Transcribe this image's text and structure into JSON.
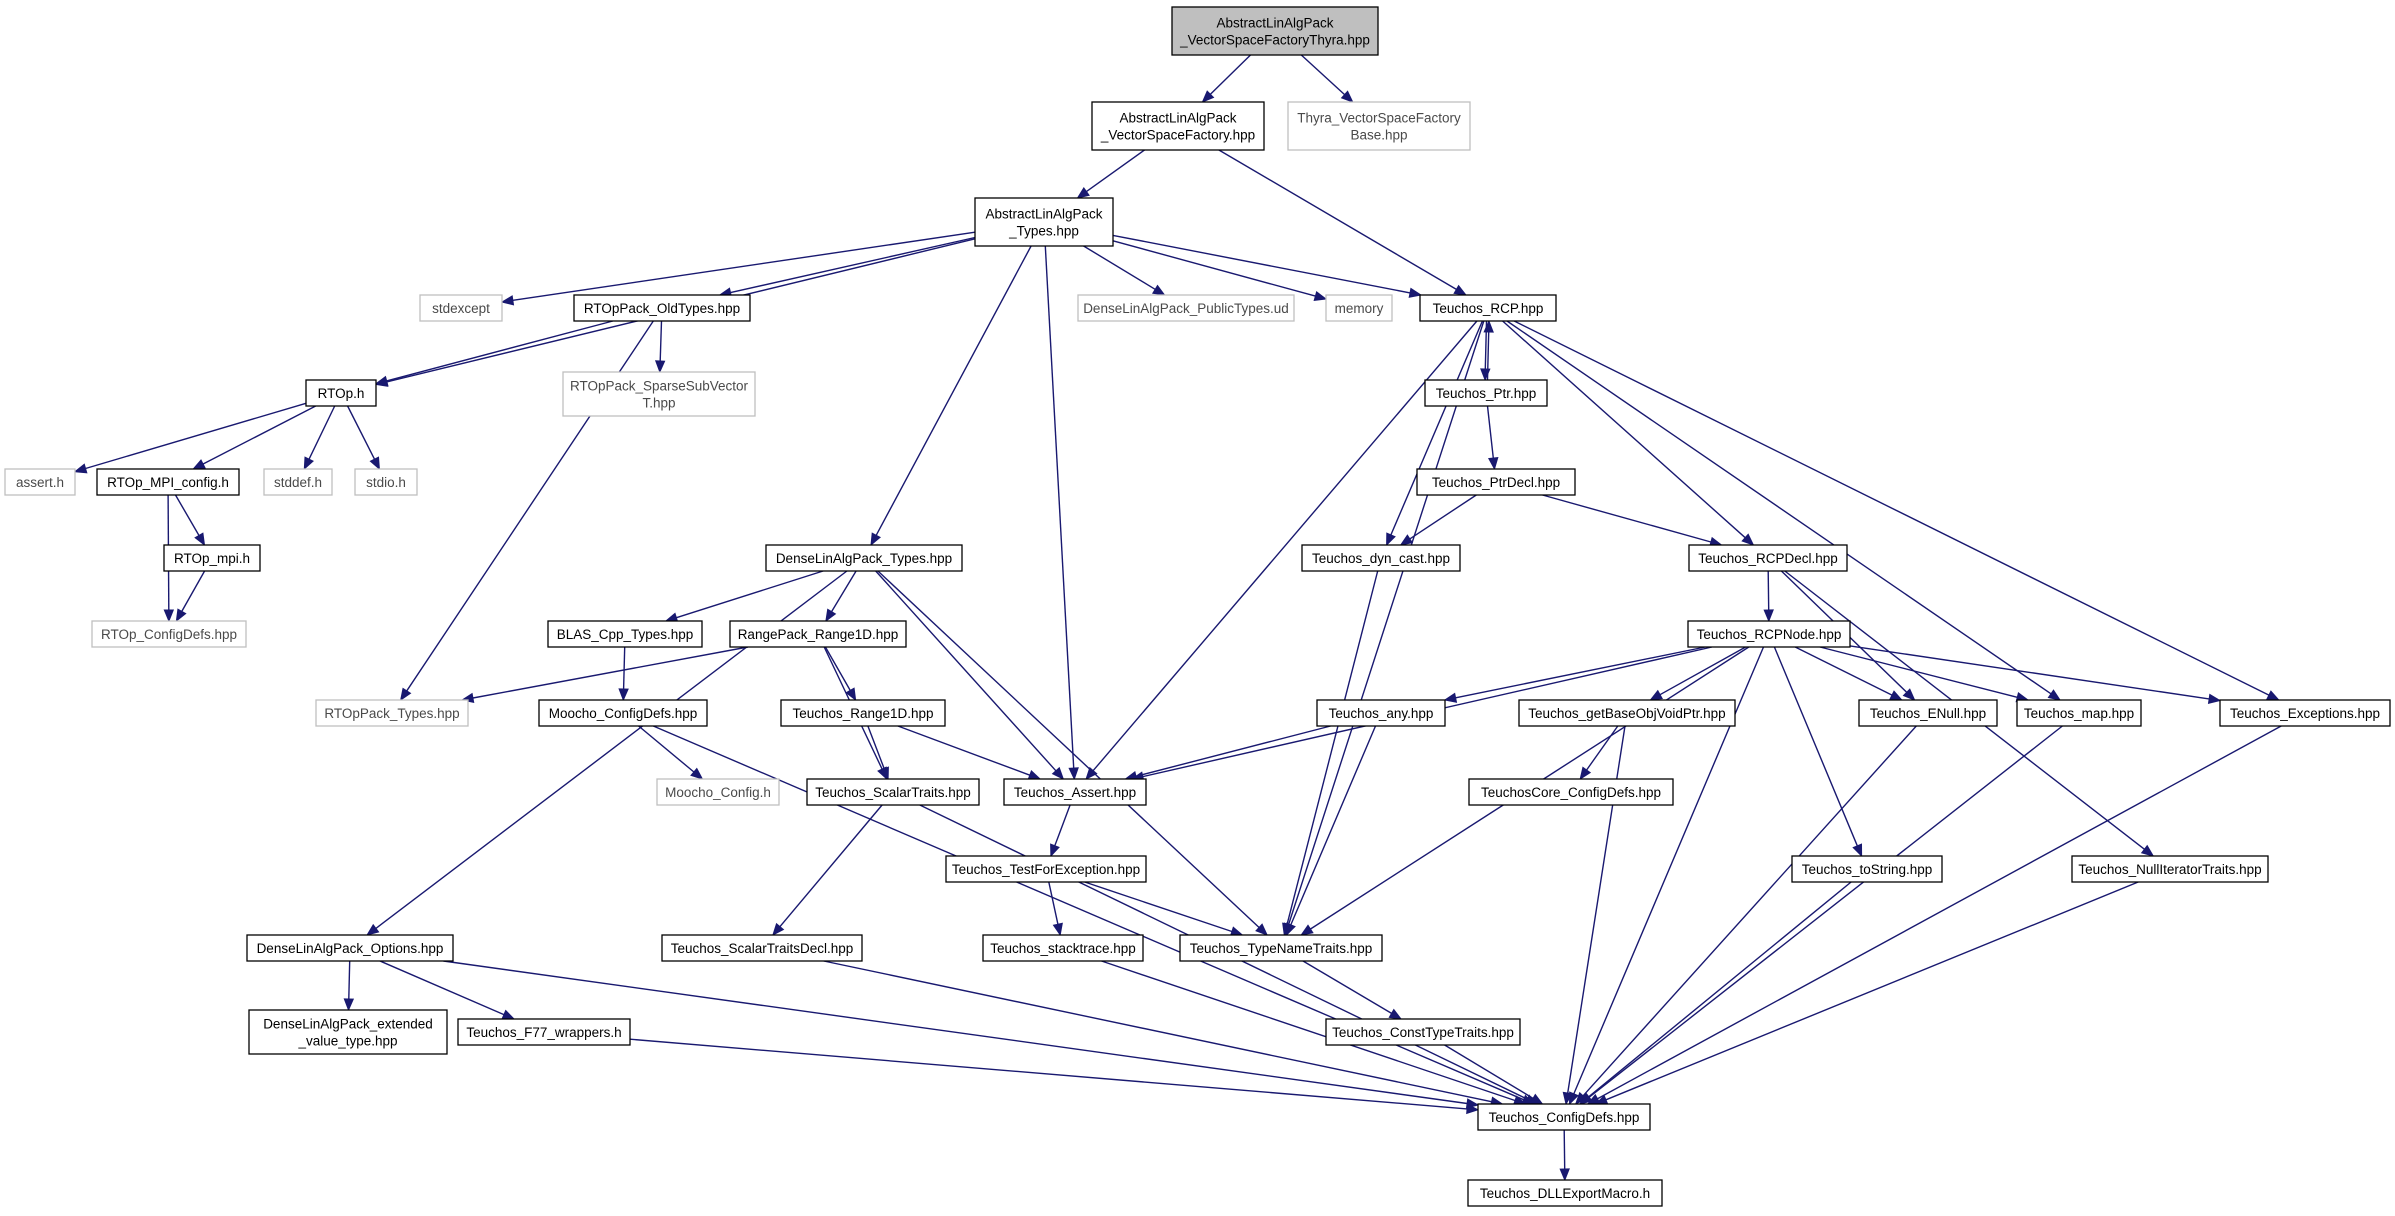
{
  "nodes": {
    "root": {
      "label": "AbstractLinAlgPack\n_VectorSpaceFactoryThyra.hpp",
      "kind": "root"
    },
    "vsf": {
      "label": "AbstractLinAlgPack\n_VectorSpaceFactory.hpp",
      "kind": "file"
    },
    "thyra": {
      "label": "Thyra_VectorSpaceFactory\nBase.hpp",
      "kind": "external"
    },
    "types": {
      "label": "AbstractLinAlgPack\n_Types.hpp",
      "kind": "file"
    },
    "stdexcept": {
      "label": "stdexcept",
      "kind": "external"
    },
    "oldtypes": {
      "label": "RTOpPack_OldTypes.hpp",
      "kind": "file"
    },
    "dlapubud": {
      "label": "DenseLinAlgPack_PublicTypes.ud",
      "kind": "external"
    },
    "memory": {
      "label": "memory",
      "kind": "external"
    },
    "rcp": {
      "label": "Teuchos_RCP.hpp",
      "kind": "file"
    },
    "rtoph": {
      "label": "RTOp.h",
      "kind": "file"
    },
    "sparsesub": {
      "label": "RTOpPack_SparseSubVector\nT.hpp",
      "kind": "external"
    },
    "ptr": {
      "label": "Teuchos_Ptr.hpp",
      "kind": "file"
    },
    "asserth": {
      "label": "assert.h",
      "kind": "external"
    },
    "mpiconfig": {
      "label": "RTOp_MPI_config.h",
      "kind": "file"
    },
    "stddef": {
      "label": "stddef.h",
      "kind": "external"
    },
    "stdio": {
      "label": "stdio.h",
      "kind": "external"
    },
    "ptrdecl": {
      "label": "Teuchos_PtrDecl.hpp",
      "kind": "file"
    },
    "mpih": {
      "label": "RTOp_mpi.h",
      "kind": "file"
    },
    "dlatypes": {
      "label": "DenseLinAlgPack_Types.hpp",
      "kind": "file"
    },
    "dyncast": {
      "label": "Teuchos_dyn_cast.hpp",
      "kind": "file"
    },
    "rcpdecl": {
      "label": "Teuchos_RCPDecl.hpp",
      "kind": "file"
    },
    "rtopconfigdefs": {
      "label": "RTOp_ConfigDefs.hpp",
      "kind": "external"
    },
    "blas": {
      "label": "BLAS_Cpp_Types.hpp",
      "kind": "file"
    },
    "range1d": {
      "label": "RangePack_Range1D.hpp",
      "kind": "file"
    },
    "rcpnode": {
      "label": "Teuchos_RCPNode.hpp",
      "kind": "file"
    },
    "rtoptypes": {
      "label": "RTOpPack_Types.hpp",
      "kind": "external"
    },
    "moochodefs": {
      "label": "Moocho_ConfigDefs.hpp",
      "kind": "file"
    },
    "trange1d": {
      "label": "Teuchos_Range1D.hpp",
      "kind": "file"
    },
    "any": {
      "label": "Teuchos_any.hpp",
      "kind": "file"
    },
    "getbase": {
      "label": "Teuchos_getBaseObjVoidPtr.hpp",
      "kind": "file"
    },
    "enull": {
      "label": "Teuchos_ENull.hpp",
      "kind": "file"
    },
    "tmap": {
      "label": "Teuchos_map.hpp",
      "kind": "file"
    },
    "exceptions": {
      "label": "Teuchos_Exceptions.hpp",
      "kind": "file"
    },
    "moochoconfig": {
      "label": "Moocho_Config.h",
      "kind": "external"
    },
    "scalartraits": {
      "label": "Teuchos_ScalarTraits.hpp",
      "kind": "file"
    },
    "tassert": {
      "label": "Teuchos_Assert.hpp",
      "kind": "file"
    },
    "coreconfig": {
      "label": "TeuchosCore_ConfigDefs.hpp",
      "kind": "file"
    },
    "testforexc": {
      "label": "Teuchos_TestForException.hpp",
      "kind": "file"
    },
    "tostring": {
      "label": "Teuchos_toString.hpp",
      "kind": "file"
    },
    "nulliter": {
      "label": "Teuchos_NullIteratorTraits.hpp",
      "kind": "file"
    },
    "dlaopts": {
      "label": "DenseLinAlgPack_Options.hpp",
      "kind": "file"
    },
    "scalartraitsdecl": {
      "label": "Teuchos_ScalarTraitsDecl.hpp",
      "kind": "file"
    },
    "stacktrace": {
      "label": "Teuchos_stacktrace.hpp",
      "kind": "file"
    },
    "typenametraits": {
      "label": "Teuchos_TypeNameTraits.hpp",
      "kind": "file"
    },
    "dlaext": {
      "label": "DenseLinAlgPack_extended\n_value_type.hpp",
      "kind": "file"
    },
    "f77": {
      "label": "Teuchos_F77_wrappers.h",
      "kind": "file"
    },
    "consttype": {
      "label": "Teuchos_ConstTypeTraits.hpp",
      "kind": "file"
    },
    "configdefs": {
      "label": "Teuchos_ConfigDefs.hpp",
      "kind": "file"
    },
    "dllexport": {
      "label": "Teuchos_DLLExportMacro.h",
      "kind": "file"
    }
  },
  "edges": [
    [
      "root",
      "vsf"
    ],
    [
      "root",
      "thyra"
    ],
    [
      "vsf",
      "types"
    ],
    [
      "vsf",
      "rcp"
    ],
    [
      "types",
      "stdexcept"
    ],
    [
      "types",
      "oldtypes"
    ],
    [
      "types",
      "rtoph"
    ],
    [
      "types",
      "dlapubud"
    ],
    [
      "types",
      "memory"
    ],
    [
      "types",
      "rcp"
    ],
    [
      "types",
      "dlatypes"
    ],
    [
      "types",
      "tassert"
    ],
    [
      "oldtypes",
      "rtoph"
    ],
    [
      "oldtypes",
      "sparsesub"
    ],
    [
      "oldtypes",
      "rtoptypes"
    ],
    [
      "rtoph",
      "asserth"
    ],
    [
      "rtoph",
      "mpiconfig"
    ],
    [
      "rtoph",
      "stddef"
    ],
    [
      "rtoph",
      "stdio"
    ],
    [
      "mpiconfig",
      "mpih"
    ],
    [
      "mpiconfig",
      "rtopconfigdefs"
    ],
    [
      "mpih",
      "rtopconfigdefs"
    ],
    [
      "rcp",
      "ptr"
    ],
    [
      "ptr",
      "rcp"
    ],
    [
      "rcp",
      "dyncast"
    ],
    [
      "rcp",
      "rcpdecl"
    ],
    [
      "rcp",
      "tmap"
    ],
    [
      "rcp",
      "exceptions"
    ],
    [
      "rcp",
      "tassert"
    ],
    [
      "rcp",
      "typenametraits"
    ],
    [
      "ptr",
      "ptrdecl"
    ],
    [
      "ptrdecl",
      "dyncast"
    ],
    [
      "ptrdecl",
      "rcpdecl"
    ],
    [
      "dyncast",
      "typenametraits"
    ],
    [
      "rcpdecl",
      "rcpnode"
    ],
    [
      "rcpdecl",
      "enull"
    ],
    [
      "rcpdecl",
      "nulliter"
    ],
    [
      "rcpnode",
      "any"
    ],
    [
      "rcpnode",
      "getbase"
    ],
    [
      "rcpnode",
      "enull"
    ],
    [
      "rcpnode",
      "tmap"
    ],
    [
      "rcpnode",
      "exceptions"
    ],
    [
      "rcpnode",
      "tassert"
    ],
    [
      "rcpnode",
      "typenametraits"
    ],
    [
      "rcpnode",
      "tostring"
    ],
    [
      "rcpnode",
      "configdefs"
    ],
    [
      "dlatypes",
      "blas"
    ],
    [
      "dlatypes",
      "range1d"
    ],
    [
      "dlatypes",
      "dlaopts"
    ],
    [
      "dlatypes",
      "tassert"
    ],
    [
      "dlatypes",
      "typenametraits"
    ],
    [
      "blas",
      "moochodefs"
    ],
    [
      "range1d",
      "rtoptypes"
    ],
    [
      "range1d",
      "trange1d"
    ],
    [
      "range1d",
      "scalartraits"
    ],
    [
      "moochodefs",
      "moochoconfig"
    ],
    [
      "moochodefs",
      "configdefs"
    ],
    [
      "trange1d",
      "scalartraits"
    ],
    [
      "trange1d",
      "tassert"
    ],
    [
      "any",
      "tassert"
    ],
    [
      "any",
      "typenametraits"
    ],
    [
      "getbase",
      "coreconfig"
    ],
    [
      "getbase",
      "configdefs"
    ],
    [
      "enull",
      "configdefs"
    ],
    [
      "tmap",
      "configdefs"
    ],
    [
      "exceptions",
      "configdefs"
    ],
    [
      "scalartraits",
      "scalartraitsdecl"
    ],
    [
      "scalartraits",
      "configdefs"
    ],
    [
      "tassert",
      "testforexc"
    ],
    [
      "testforexc",
      "stacktrace"
    ],
    [
      "testforexc",
      "typenametraits"
    ],
    [
      "tostring",
      "configdefs"
    ],
    [
      "nulliter",
      "configdefs"
    ],
    [
      "dlaopts",
      "dlaext"
    ],
    [
      "dlaopts",
      "f77"
    ],
    [
      "dlaopts",
      "configdefs"
    ],
    [
      "scalartraitsdecl",
      "configdefs"
    ],
    [
      "stacktrace",
      "configdefs"
    ],
    [
      "typenametraits",
      "consttype"
    ],
    [
      "consttype",
      "configdefs"
    ],
    [
      "f77",
      "configdefs"
    ],
    [
      "configdefs",
      "dllexport"
    ]
  ]
}
